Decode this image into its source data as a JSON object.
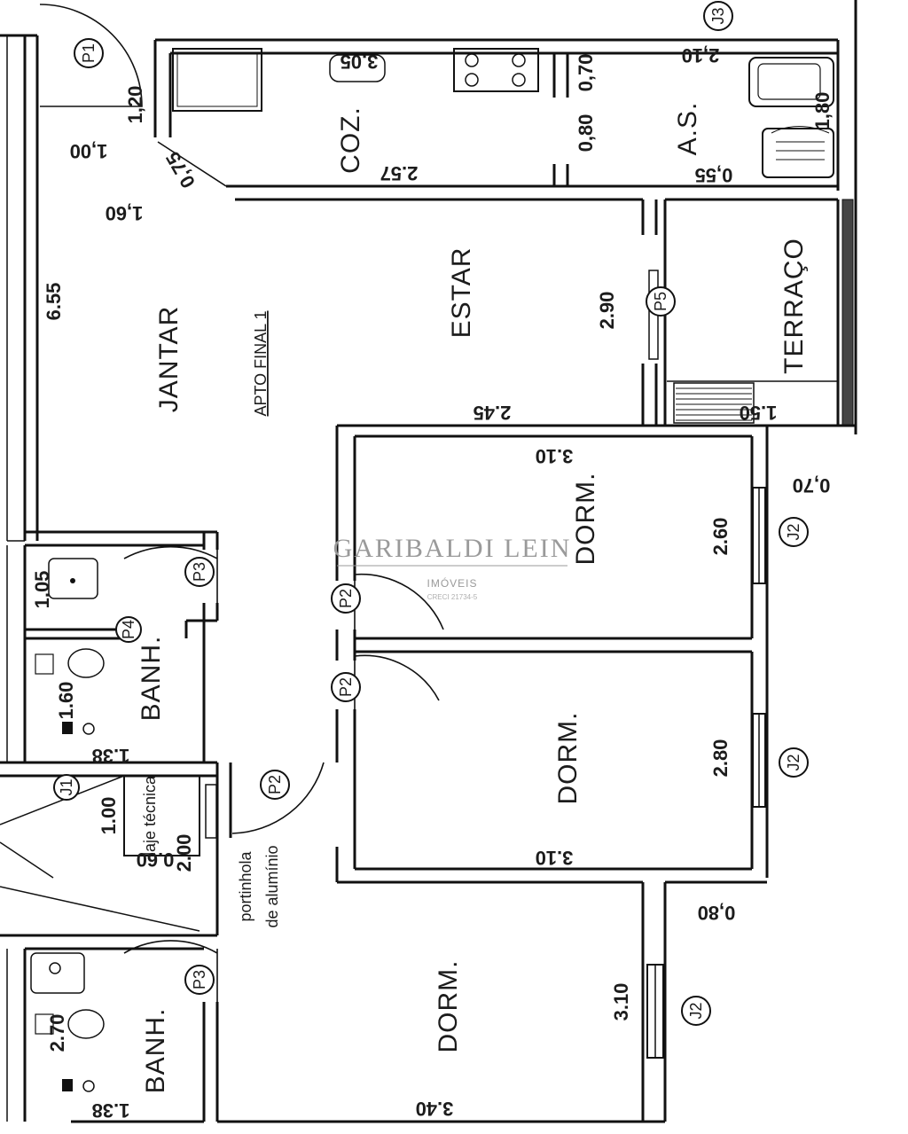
{
  "rooms": {
    "coz": "COZ.",
    "as": "A.S.",
    "estar": "ESTAR",
    "terraco": "TERRAÇO",
    "jantar": "JANTAR",
    "apto": "APTO FINAL 1",
    "dorm1": "DORM.",
    "dorm2": "DORM.",
    "dorm3": "DORM.",
    "banh1": "BANH.",
    "banh2": "BANH.",
    "laje": "laje técnica",
    "portinhola_1": "portinhola",
    "portinhola_2": "de alumínio"
  },
  "dims": {
    "d_120": "1,20",
    "d_100a": "1,00",
    "d_075": "0,75",
    "d_160a": "1,60",
    "d_655": "6.55",
    "d_305": "3.05",
    "d_070a": "0,70",
    "d_080a": "0,80",
    "d_257": "2.57",
    "d_210": "2,10",
    "d_180": "1,80",
    "d_055": "0,55",
    "d_290": "2.90",
    "d_245": "2.45",
    "d_150": "1.50",
    "d_310a": "3.10",
    "d_070b": "0,70",
    "d_260": "2.60",
    "d_280": "2.80",
    "d_310b": "3.10",
    "d_080b": "0,80",
    "d_310c": "3.10",
    "d_340": "3.40",
    "d_105": "1.05",
    "d_160b": "1.60",
    "d_138a": "1.38",
    "d_100b": "1.00",
    "d_060": "0.60",
    "d_200": "2.00",
    "d_270": "2.70",
    "d_138b": "1.38"
  },
  "tags": {
    "p1": "P1",
    "p2a": "P2",
    "p2b": "P2",
    "p2c": "P2",
    "p3a": "P3",
    "p3b": "P3",
    "p4": "P4",
    "p5": "P5",
    "j1": "J1",
    "j2a": "J2",
    "j2b": "J2",
    "j2c": "J2",
    "j3": "J3"
  },
  "watermark": {
    "name": "GARIBALDI LEIN",
    "sub": "IMÓVEIS",
    "creci": "CRECI 21734-5"
  },
  "colors": {
    "line": "#111111",
    "background": "#ffffff",
    "watermark": "#9a9a9a"
  }
}
